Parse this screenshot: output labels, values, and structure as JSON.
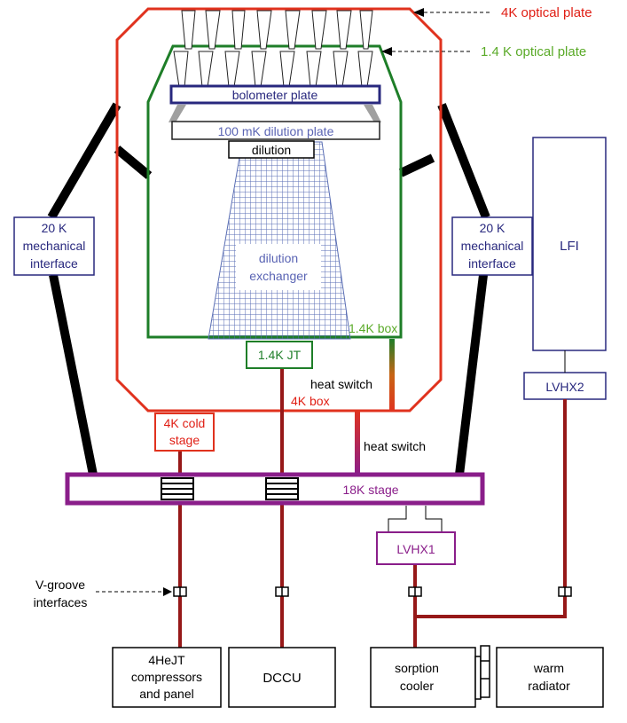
{
  "labels": {
    "optical_4k": "4K optical plate",
    "optical_1_4k": "1.4 K  optical plate",
    "bolometer_plate": "bolometer plate",
    "dilution_plate": "100 mK dilution plate",
    "dilution": "dilution",
    "dilution_exchanger_1": "dilution",
    "dilution_exchanger_2": "exchanger",
    "mech_left_1": "20 K",
    "mech_left_2": "mechanical",
    "mech_left_3": "interface",
    "mech_right_1": "20 K",
    "mech_right_2": "mechanical",
    "mech_right_3": "interface",
    "lfi": "LFI",
    "lvhx2": "LVHX2",
    "box_1_4k": "1.4K box",
    "jt_1_4k": "1.4K JT",
    "heat_switch_upper": "heat switch",
    "box_4k": "4K box",
    "cold_stage_1": "4K cold",
    "cold_stage_2": "stage",
    "heat_switch_lower": "heat switch",
    "stage_18k": "18K stage",
    "lvhx1": "LVHX1",
    "vgroove_1": "V-groove",
    "vgroove_2": "interfaces",
    "compressors_1": "4HeJT",
    "compressors_2": "compressors",
    "compressors_3": "and panel",
    "dccu": "DCCU",
    "sorption_1": "sorption",
    "sorption_2": "cooler",
    "warm_1": "warm",
    "warm_2": "radiator"
  },
  "colors": {
    "red": "#e0321e",
    "green": "#1e7e28",
    "navy": "#28287e",
    "purple": "#8a1e8a",
    "darkred": "#961818",
    "blue_grid": "#5a6eb4",
    "black": "#000000",
    "gray": "#a0a0a0",
    "text_red": "#e01e14",
    "text_green": "#5aaa28",
    "text_blue": "#5a64b4"
  }
}
